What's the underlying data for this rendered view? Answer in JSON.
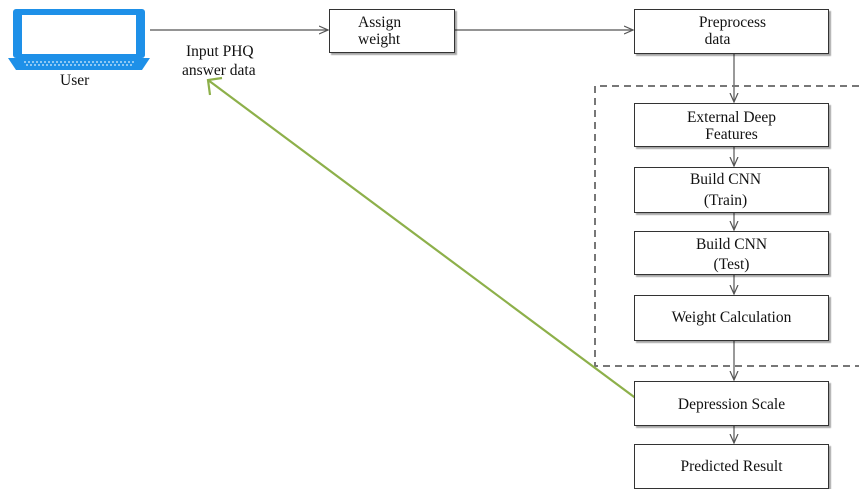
{
  "user": {
    "label": "User"
  },
  "input_label": {
    "line1": "Input PHQ",
    "line2": "answer data"
  },
  "nodes": {
    "assign": {
      "line1": "Assign",
      "line2": "weight"
    },
    "preprocess": {
      "line1": "Preprocess",
      "line2": "data"
    },
    "external": {
      "line1": "External Deep",
      "line2": "Features"
    },
    "cnn_train": {
      "line1": "Build CNN",
      "line2": "(Train)"
    },
    "cnn_test": {
      "line1": "Build CNN",
      "line2": "(Test)"
    },
    "weight_calc": {
      "line1": "Weight Calculation"
    },
    "depression": {
      "line1": "Depression Scale"
    },
    "predicted": {
      "line1": "Predicted Result"
    }
  },
  "colors": {
    "feedback_arrow": "#8db04a",
    "laptop": "#1e90e8",
    "dashed_group": "#777777",
    "connector": "#555555"
  }
}
